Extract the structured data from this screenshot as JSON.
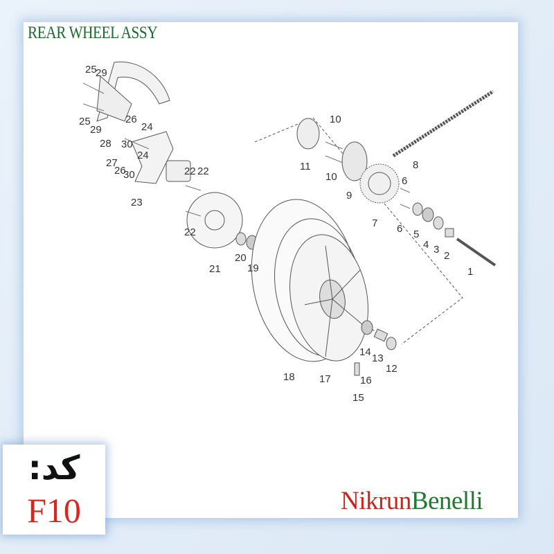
{
  "title": "REAR WHEEL ASSY",
  "code": {
    "label": "کد:",
    "value": "F10"
  },
  "brand": {
    "part1": "Nikrun",
    "part2": "Benelli"
  },
  "callouts": [
    {
      "text": "25"
    },
    {
      "text": "29"
    },
    {
      "text": "25"
    },
    {
      "text": "29"
    },
    {
      "text": "26"
    },
    {
      "text": "24"
    },
    {
      "text": "28"
    },
    {
      "text": "30"
    },
    {
      "text": "24"
    },
    {
      "text": "27"
    },
    {
      "text": "26"
    },
    {
      "text": "30"
    },
    {
      "text": "23"
    },
    {
      "text": "22"
    },
    {
      "text": "22"
    },
    {
      "text": "22"
    },
    {
      "text": "21"
    },
    {
      "text": "20"
    },
    {
      "text": "19"
    },
    {
      "text": "10"
    },
    {
      "text": "11"
    },
    {
      "text": "10"
    },
    {
      "text": "9"
    },
    {
      "text": "8"
    },
    {
      "text": "6"
    },
    {
      "text": "7"
    },
    {
      "text": "6"
    },
    {
      "text": "5"
    },
    {
      "text": "4"
    },
    {
      "text": "3"
    },
    {
      "text": "2"
    },
    {
      "text": "1"
    },
    {
      "text": "14"
    },
    {
      "text": "13"
    },
    {
      "text": "12"
    },
    {
      "text": "18"
    },
    {
      "text": "17"
    },
    {
      "text": "16"
    },
    {
      "text": "15"
    }
  ],
  "colors": {
    "title": "#1e6a2e",
    "code_value": "#d6281e",
    "brand_red": "#c8261c",
    "brand_green": "#1f7a2f"
  }
}
